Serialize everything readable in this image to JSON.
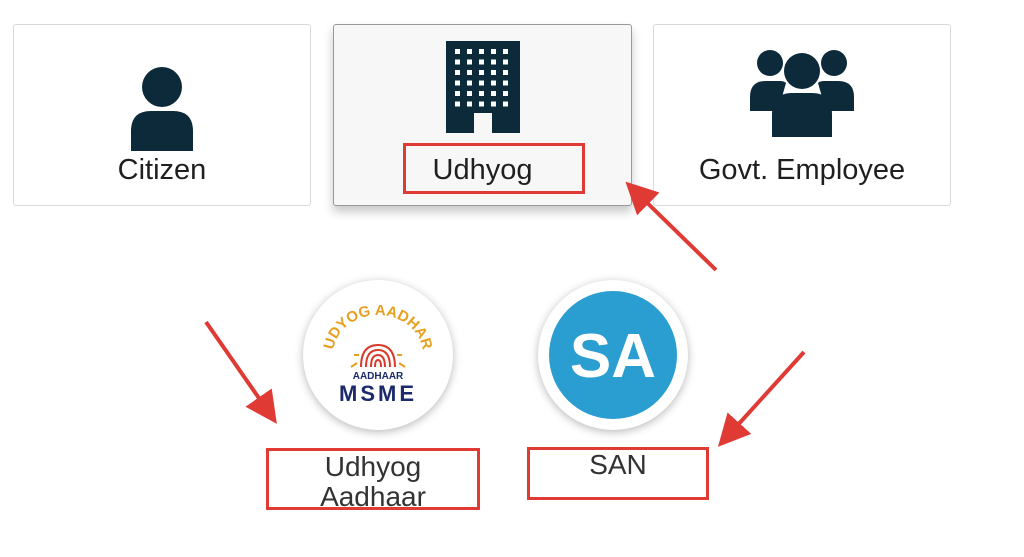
{
  "cards": [
    {
      "label": "Citizen",
      "icon": "person-icon"
    },
    {
      "label": "Udhyog",
      "icon": "building-icon",
      "selected": true
    },
    {
      "label": "Govt. Employee",
      "icon": "group-icon"
    }
  ],
  "options": [
    {
      "label_line1": "Udhyog",
      "label_line2": "Aadhaar",
      "logo": {
        "arc_text": "UDYOG AADHAR",
        "sub_text": "AADHAAR",
        "bottom_text": "MSME"
      }
    },
    {
      "label": "SAN",
      "logo": {
        "text": "SA"
      }
    }
  ],
  "colors": {
    "icon": "#0d2a3a",
    "annotation_red": "#e03a35",
    "san_blue": "#2a9ed1",
    "aadhaar_orange": "#e8a021",
    "aadhaar_red": "#d83a2b",
    "msme_navy": "#1b2a6b"
  }
}
